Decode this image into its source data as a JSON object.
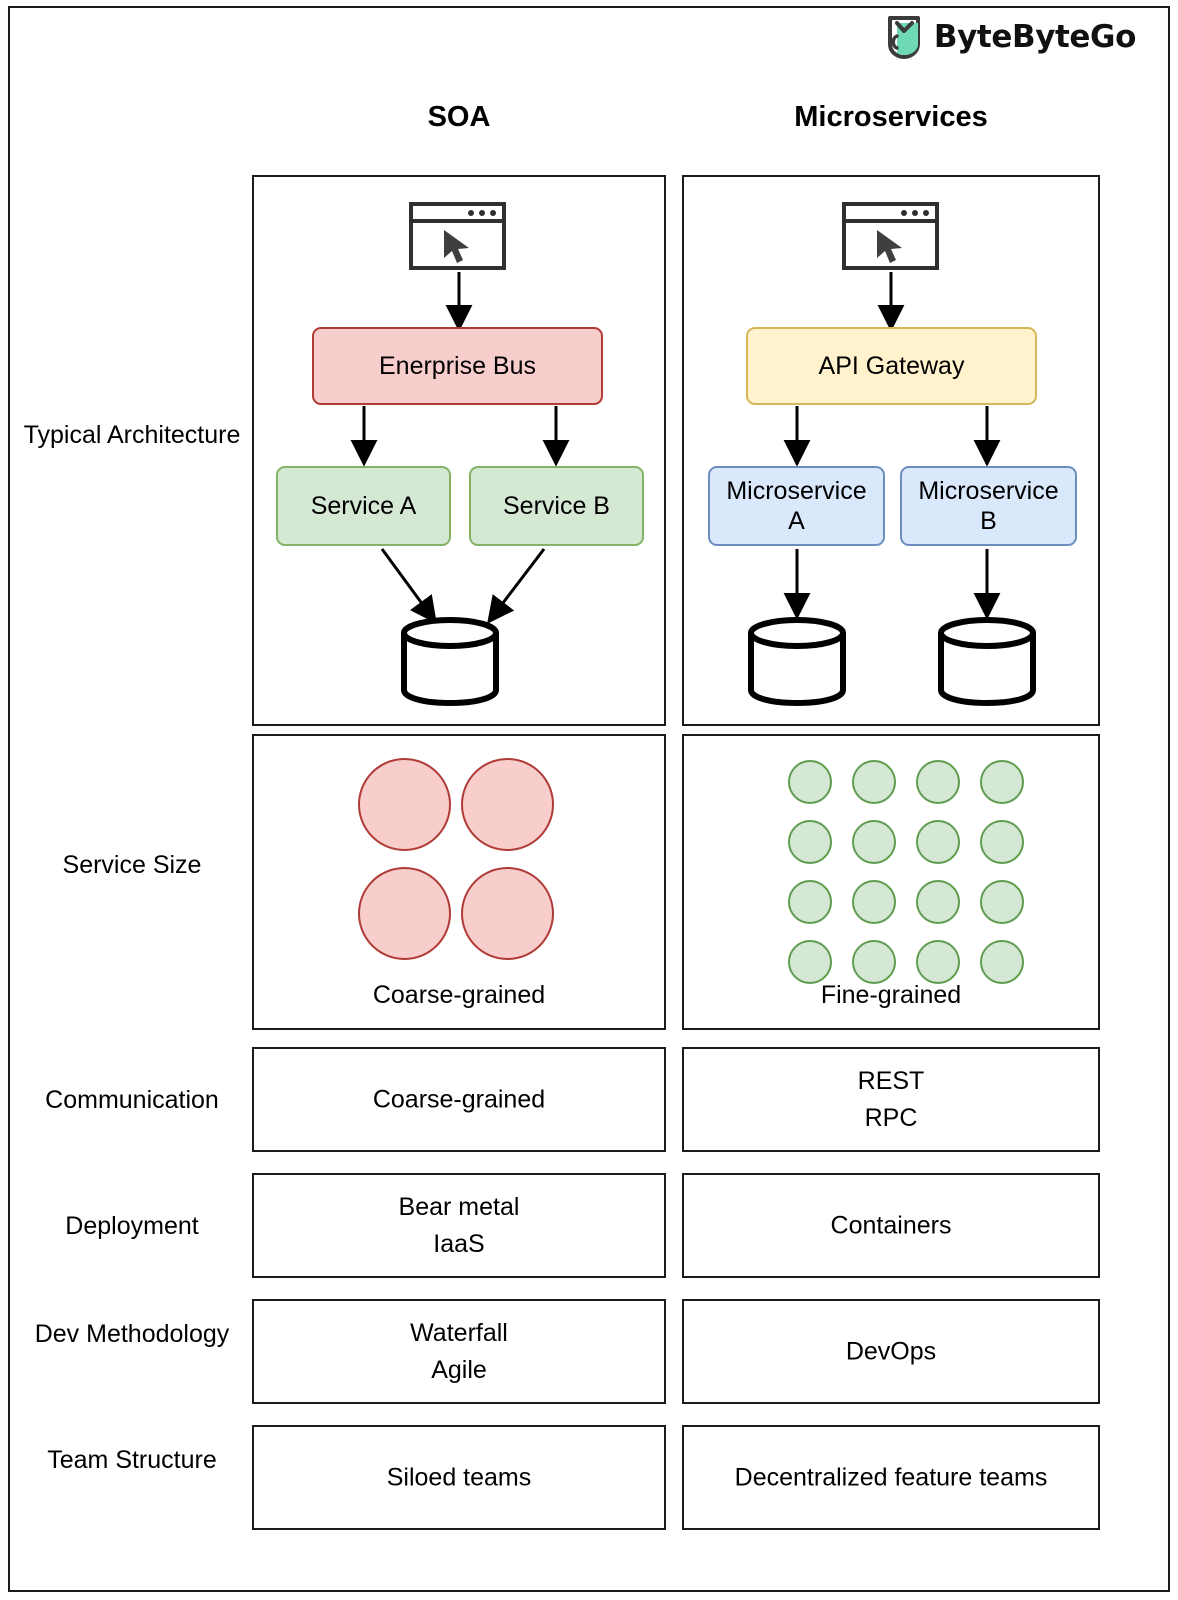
{
  "brand": {
    "name": "ByteByteGo",
    "logo_icon": "bytebytego-leaf-icon",
    "accent_color": "#6fd9b6"
  },
  "columns": {
    "left": {
      "header": "SOA"
    },
    "right": {
      "header": "Microservices"
    }
  },
  "rows": [
    {
      "label": "Typical\nArchitecture"
    },
    {
      "label": "Service\nSize"
    },
    {
      "label": "Communication"
    },
    {
      "label": "Deployment"
    },
    {
      "label": "Dev\nMethodology"
    },
    {
      "label": "Team\nStructure"
    }
  ],
  "architecture": {
    "soa": {
      "client_icon": "browser-window-with-cursor-icon",
      "bus": {
        "label": "Enerprise Bus",
        "fill": "#f8cecc",
        "stroke": "#b03a35"
      },
      "services": [
        {
          "label": "Service A",
          "fill": "#d5e8d4",
          "stroke": "#82b366"
        },
        {
          "label": "Service B",
          "fill": "#d5e8d4",
          "stroke": "#82b366"
        }
      ],
      "databases": 1,
      "database_icon": "database-cylinder-icon"
    },
    "microservices": {
      "client_icon": "browser-window-with-cursor-icon",
      "gateway": {
        "label": "API Gateway",
        "fill": "#fff2cc",
        "stroke": "#d6b656"
      },
      "services": [
        {
          "label": "Microservice\nA",
          "fill": "#dae8fc",
          "stroke": "#6c8ebf"
        },
        {
          "label": "Microservice\nB",
          "fill": "#dae8fc",
          "stroke": "#6c8ebf"
        }
      ],
      "databases": 2,
      "database_icon": "database-cylinder-icon"
    }
  },
  "service_size": {
    "soa": {
      "caption": "Coarse-grained",
      "circle_count": 4,
      "grid": "2x2",
      "fill": "#f8cecc",
      "stroke": "#b03a35"
    },
    "microservices": {
      "caption": "Fine-grained",
      "circle_count": 16,
      "grid": "4x4",
      "fill": "#d5e8d4",
      "stroke": "#5e9c4f"
    }
  },
  "comparison": {
    "communication": {
      "soa": "Coarse-grained",
      "micro": "REST\nRPC"
    },
    "deployment": {
      "soa": "Bear metal\nIaaS",
      "micro": "Containers"
    },
    "dev_methodology": {
      "soa": "Waterfall\nAgile",
      "micro": "DevOps"
    },
    "team_structure": {
      "soa": "Siloed teams",
      "micro": "Decentralized feature teams"
    }
  }
}
